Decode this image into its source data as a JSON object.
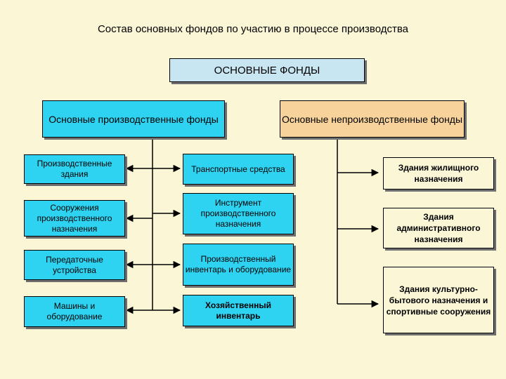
{
  "title": "Состав основных фондов по участию в процессе производства",
  "root": "ОСНОВНЫЕ ФОНДЫ",
  "productive": {
    "label": "Основные производственные фонды",
    "left_items": [
      "Производственные здания",
      "Сооружения производственного назначения",
      "Передаточные устройства",
      "Машины и оборудование"
    ],
    "right_items": [
      "Транспортные средства",
      "Инструмент производственного назначения",
      "Производственный инвентарь и оборудование",
      "Хозяйственный инвентарь"
    ]
  },
  "non_productive": {
    "label": "Основные непроизводственные фонды",
    "items": [
      "Здания жилищного назначения",
      "Здания административного назначения",
      "Здания культурно-бытового назначения и спортивные сооружения"
    ]
  }
}
